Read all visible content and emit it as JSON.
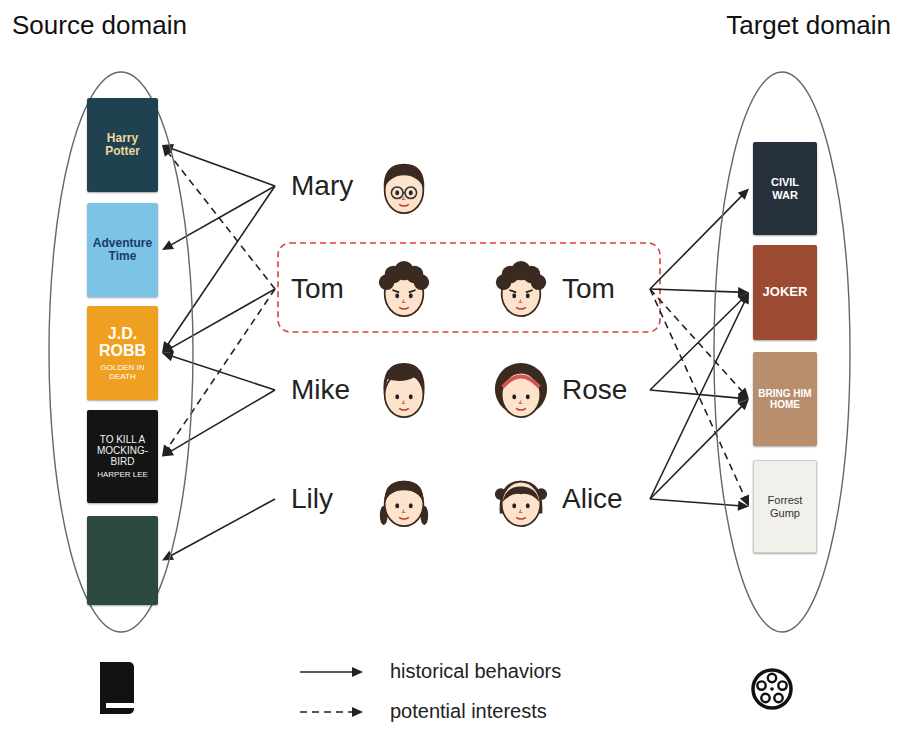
{
  "diagram": {
    "nodes": [
      {
        "text": [
          "Source domain"
        ]
      },
      {
        "text": [
          "Target domain"
        ]
      },
      {
        "text": [
          "Harry Potter"
        ],
        "in": 0
      },
      {
        "text": [
          "Adventure Time"
        ],
        "in": 0
      },
      {
        "text": [
          "J.D. ROBB",
          "GOLDEN IN DEATH"
        ],
        "in": 0
      },
      {
        "text": [
          "TO KILL A MOCKING-BIRD",
          "HARPER LEE"
        ],
        "in": 0
      },
      {
        "text": [],
        "in": 0
      },
      {
        "text": [
          "CIVIL WAR"
        ],
        "in": 1
      },
      {
        "text": [
          "JOKER"
        ],
        "in": 1
      },
      {
        "text": [
          "BRING HIM HOME"
        ],
        "in": 1
      },
      {
        "text": [
          "Forrest Gump"
        ],
        "in": 1
      },
      {
        "text": [
          "Mary"
        ]
      },
      {
        "text": [
          "Tom"
        ]
      },
      {
        "text": [
          "Tom"
        ]
      },
      {
        "text": [
          "Mike"
        ]
      },
      {
        "text": [
          "Rose"
        ]
      },
      {
        "text": [
          "Lily"
        ]
      },
      {
        "text": [
          "Alice"
        ]
      }
    ],
    "edges": [
      {
        "from": 11,
        "to": 2,
        "arrow": "to"
      },
      {
        "from": 11,
        "to": 3,
        "arrow": "to"
      },
      {
        "from": 11,
        "to": 4,
        "arrow": "to"
      },
      {
        "from": 12,
        "to": 2,
        "arrow": "to"
      },
      {
        "from": 12,
        "to": 4,
        "arrow": "to"
      },
      {
        "from": 12,
        "to": 5,
        "arrow": "to"
      },
      {
        "from": 14,
        "to": 4,
        "arrow": "to"
      },
      {
        "from": 14,
        "to": 5,
        "arrow": "to"
      },
      {
        "from": 16,
        "to": 6,
        "arrow": "to"
      },
      {
        "from": 13,
        "to": 7,
        "arrow": "to"
      },
      {
        "from": 13,
        "to": 8,
        "arrow": "to"
      },
      {
        "from": 13,
        "to": 9,
        "arrow": "to"
      },
      {
        "from": 13,
        "to": 10,
        "arrow": "to"
      },
      {
        "from": 15,
        "to": 8,
        "arrow": "to"
      },
      {
        "from": 15,
        "to": 9,
        "arrow": "to"
      },
      {
        "from": 17,
        "to": 8,
        "arrow": "to"
      },
      {
        "from": 17,
        "to": 9,
        "arrow": "to"
      },
      {
        "from": 17,
        "to": 10,
        "arrow": "to"
      }
    ],
    "legend": [
      {
        "text": "historical behaviors"
      },
      {
        "text": "potential interests"
      }
    ]
  }
}
